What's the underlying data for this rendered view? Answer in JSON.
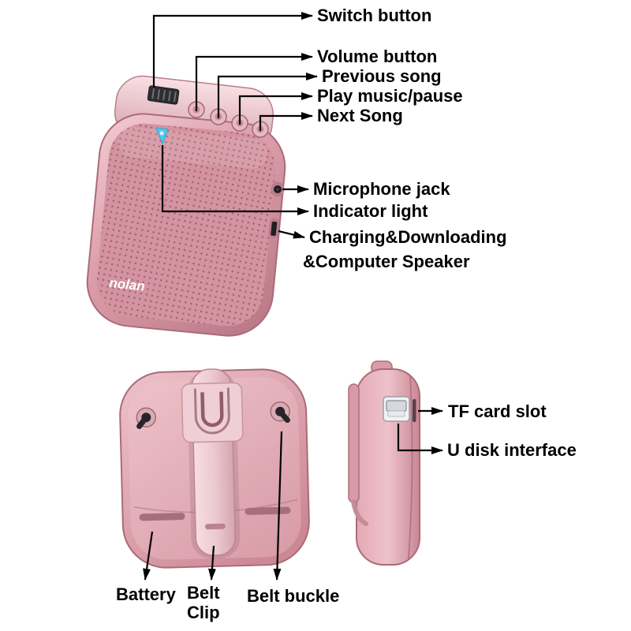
{
  "device": {
    "brand": "nolan"
  },
  "colors": {
    "background": "#ffffff",
    "body_pink": "#dc9fab",
    "body_edge": "#aa6b79",
    "indicator_led": "#4fc9f2",
    "callout": "#000000"
  },
  "labels": {
    "switch_button": "Switch button",
    "volume_button": "Volume button",
    "previous_song": "Previous song",
    "play_music_pause": "Play music/pause",
    "next_song": "Next Song",
    "microphone_jack": "Microphone jack",
    "indicator_light": "Indicator light",
    "charging_line1": "Charging&Downloading",
    "charging_line2": "&Computer Speaker",
    "tf_card_slot": "TF card slot",
    "u_disk_interface": "U disk interface",
    "battery": "Battery",
    "belt_clip_line1": "Belt",
    "belt_clip_line2": "Clip",
    "belt_buckle": "Belt buckle"
  }
}
